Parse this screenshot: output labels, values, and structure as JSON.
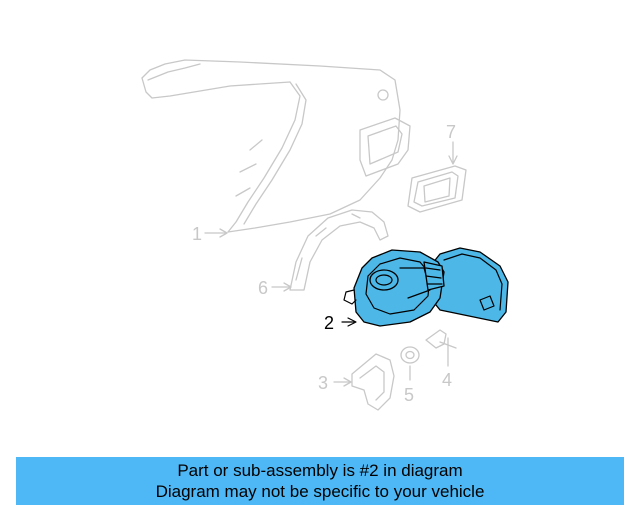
{
  "diagram": {
    "highlight_color": "#4db8e8",
    "ghost_color": "#c8c8c8",
    "callouts": [
      {
        "id": "1",
        "label": "1",
        "highlighted": false
      },
      {
        "id": "2",
        "label": "2",
        "highlighted": true
      },
      {
        "id": "3",
        "label": "3",
        "highlighted": false
      },
      {
        "id": "4",
        "label": "4",
        "highlighted": false
      },
      {
        "id": "5",
        "label": "5",
        "highlighted": false
      },
      {
        "id": "6",
        "label": "6",
        "highlighted": false
      },
      {
        "id": "7",
        "label": "7",
        "highlighted": false
      }
    ]
  },
  "caption": {
    "line1": "Part or sub-assembly is #2 in diagram",
    "line2": "Diagram may not be specific to your vehicle",
    "background": "#4db8f5"
  }
}
